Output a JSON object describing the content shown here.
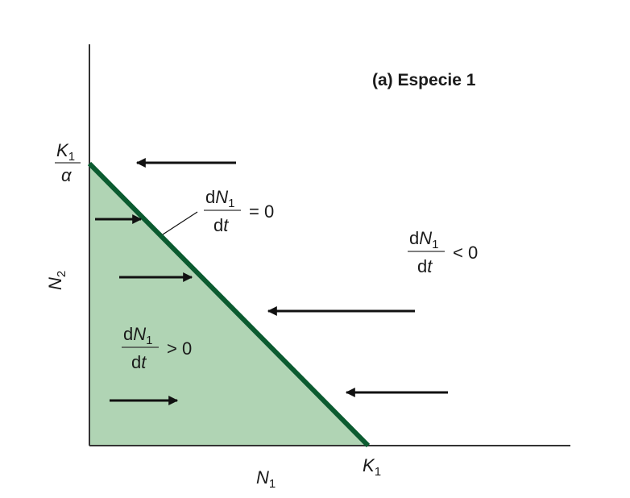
{
  "title": "(a)  Especie 1",
  "colors": {
    "region_fill": "#b0d4b4",
    "isocline": "#0b5b30",
    "axis": "#333333",
    "arrow": "#111111"
  },
  "axes": {
    "x_label": {
      "main": "N",
      "sub": "1"
    },
    "y_label": {
      "main": "N",
      "sub": "2"
    },
    "x_intercept": {
      "main": "K",
      "sub": "1"
    },
    "y_intercept": {
      "num_main": "K",
      "num_sub": "1",
      "den": "α"
    }
  },
  "isocline_label": {
    "num_d": "d",
    "num_main": "N",
    "num_sub": "1",
    "den_d": "d",
    "den_t": "t",
    "relation": "= 0"
  },
  "region_above_label": {
    "num_d": "d",
    "num_main": "N",
    "num_sub": "1",
    "den_d": "d",
    "den_t": "t",
    "relation": "< 0"
  },
  "region_below_label": {
    "num_d": "d",
    "num_main": "N",
    "num_sub": "1",
    "den_d": "d",
    "den_t": "t",
    "relation": "> 0"
  },
  "arrows": [
    {
      "region": "above",
      "direction": "left"
    },
    {
      "region": "below",
      "direction": "right"
    },
    {
      "region": "below",
      "direction": "right"
    },
    {
      "region": "above",
      "direction": "left"
    },
    {
      "region": "above",
      "direction": "left"
    },
    {
      "region": "below",
      "direction": "right"
    }
  ]
}
